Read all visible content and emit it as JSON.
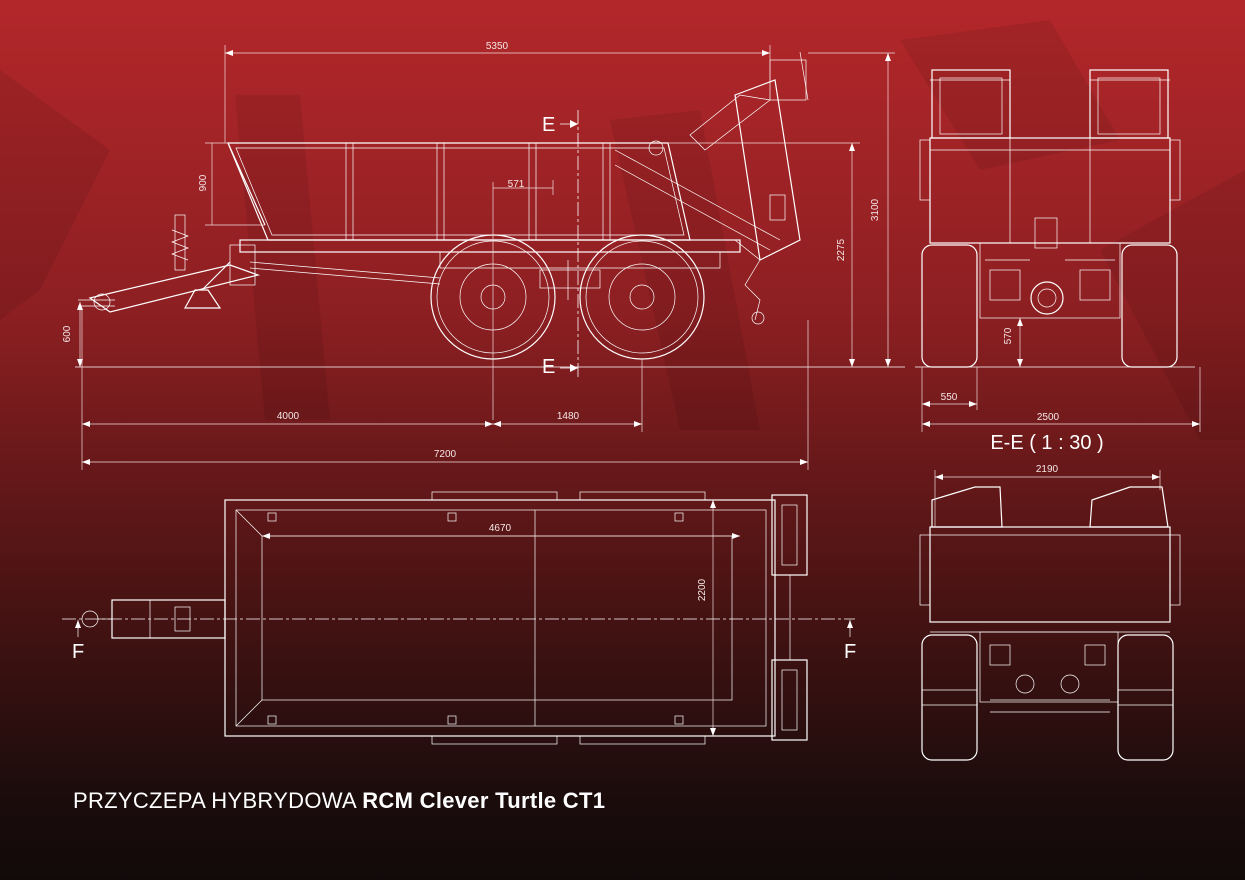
{
  "dimensions": {
    "side_overall_length_top": "5350",
    "side_body_height": "900",
    "side_axle_offset": "571",
    "side_total_height": "3100",
    "side_body_top_height": "2275",
    "side_drawbar_height": "600",
    "side_length_to_axle": "4000",
    "side_axle_spacing": "1480",
    "side_total_length": "7200",
    "rear_track_offset": "550",
    "rear_ground_clearance": "570",
    "rear_total_width": "2500",
    "front_body_width": "2190",
    "top_body_length": "4670",
    "top_body_width": "2200"
  },
  "section_labels": {
    "e_top": "E",
    "e_bottom": "E",
    "section_title": "E-E ( 1 : 30 )",
    "f_left": "F",
    "f_right": "F"
  },
  "caption": {
    "prefix": "PRZYCZEPA HYBRYDOWA",
    "product": "RCM Clever Turtle CT1"
  },
  "colors": {
    "background_top": "#b3272a",
    "background_bottom": "#120a0a",
    "lines": "#ffffff"
  }
}
